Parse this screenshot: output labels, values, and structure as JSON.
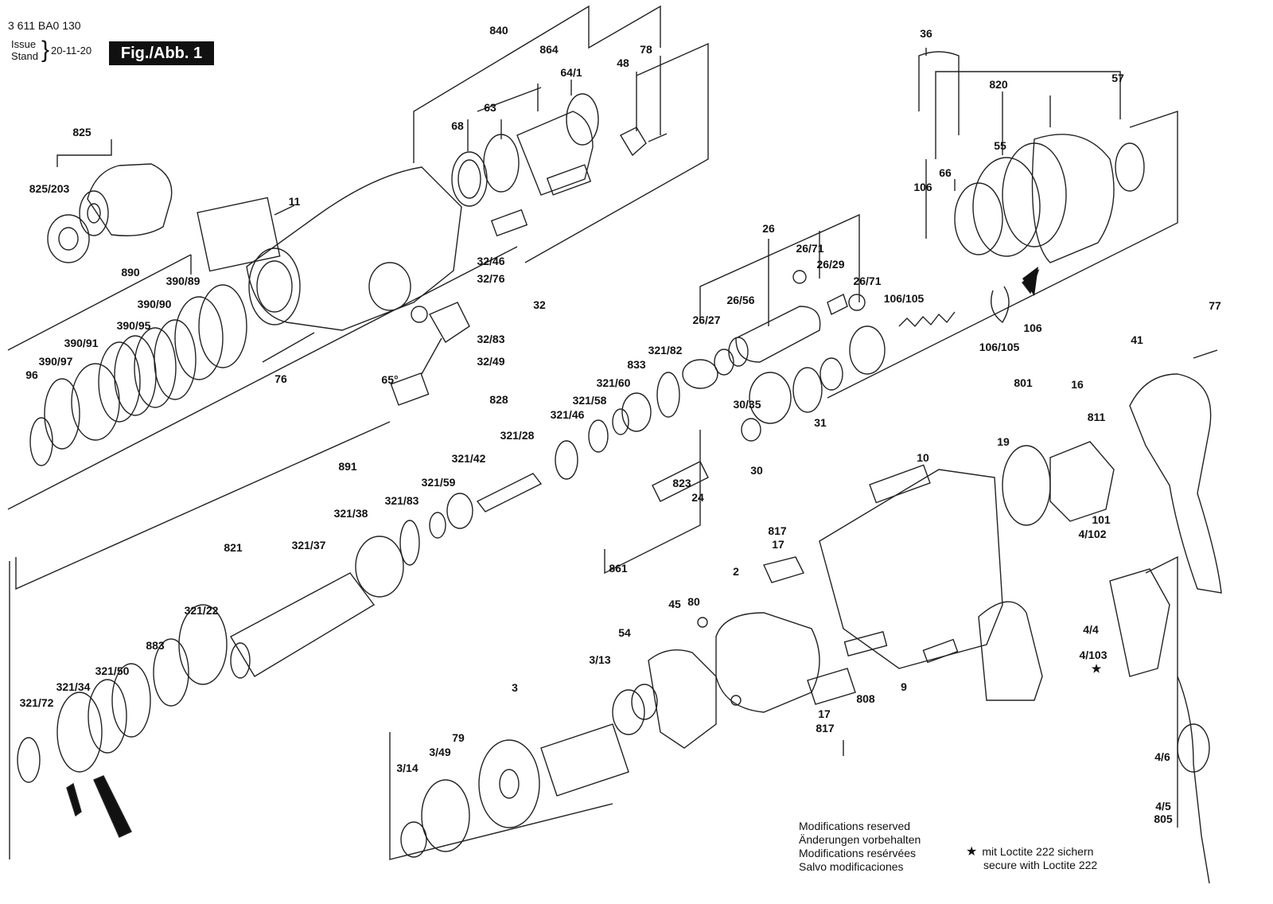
{
  "header": {
    "doc_number": "3 611 BA0 130",
    "issue_label_1": "Issue",
    "issue_label_2": "Stand",
    "issue_date": "20-11-20",
    "figure_label": "Fig./Abb. 1"
  },
  "notes": {
    "modifications": [
      "Modifications reserved",
      "Änderungen vorbehalten",
      "Modifications resérvées",
      "Salvo modificaciones"
    ],
    "loctite_1": "mit Loctite 222 sichern",
    "loctite_2": "secure with Loctite 222",
    "star": "★"
  },
  "part_labels": [
    "840",
    "864",
    "78",
    "48",
    "64/1",
    "63",
    "68",
    "825",
    "825/203",
    "11",
    "890",
    "390/89",
    "390/90",
    "390/95",
    "390/91",
    "390/97",
    "96",
    "76",
    "32/46",
    "32/76",
    "32",
    "32/83",
    "32/49",
    "65°",
    "36",
    "820",
    "57",
    "55",
    "66",
    "106",
    "106/105",
    "106/105",
    "106",
    "26",
    "26/71",
    "26/29",
    "26/71",
    "26/56",
    "26/27",
    "321/82",
    "833",
    "321/60",
    "321/58",
    "321/46",
    "828",
    "321/28",
    "321/42",
    "321/59",
    "891",
    "321/38",
    "321/83",
    "321/37",
    "821",
    "30/35",
    "30",
    "31",
    "24",
    "823",
    "861",
    "77",
    "41",
    "801",
    "16",
    "811",
    "19",
    "10",
    "817",
    "17",
    "101",
    "4/102",
    "4/4",
    "4/103",
    "★",
    "80",
    "2",
    "45",
    "54",
    "3/13",
    "3",
    "79",
    "3/49",
    "3/14",
    "321/22",
    "883",
    "321/50",
    "321/34",
    "321/72",
    "9",
    "808",
    "17",
    "817",
    "4/6",
    "4/5",
    "805"
  ]
}
